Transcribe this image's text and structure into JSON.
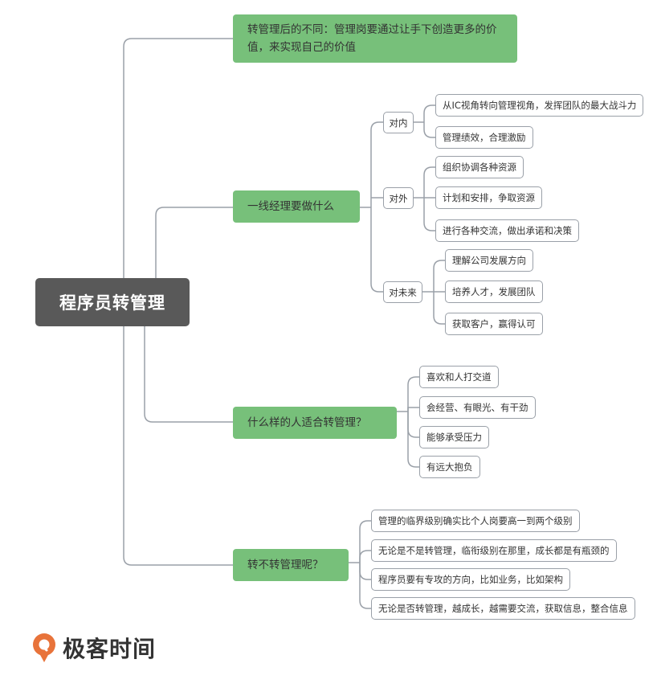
{
  "root": {
    "title": "程序员转管理"
  },
  "branches": {
    "b1": {
      "text": "转管理后的不同：管理岗要通过让手下创造更多的价值，来实现自己的价值"
    },
    "b2": {
      "text": "一线经理要做什么",
      "groups": {
        "inner": {
          "label": "对内",
          "items": [
            "从IC视角转向管理视角，发挥团队的最大战斗力",
            "管理绩效，合理激励"
          ]
        },
        "outer": {
          "label": "对外",
          "items": [
            "组织协调各种资源",
            "计划和安排，争取资源",
            "进行各种交流，做出承诺和决策"
          ]
        },
        "future": {
          "label": "对未来",
          "items": [
            "理解公司发展方向",
            "培养人才，发展团队",
            "获取客户，赢得认可"
          ]
        }
      }
    },
    "b3": {
      "text": "什么样的人适合转管理？",
      "items": [
        "喜欢和人打交道",
        "会经营、有眼光、有干劲",
        "能够承受压力",
        "有远大抱负"
      ]
    },
    "b4": {
      "text": "转不转管理呢？",
      "items": [
        "管理的临界级别确实比个人岗要高一到两个级别",
        "无论是不是转管理，临衔级别在那里，成长都是有瓶颈的",
        "程序员要有专攻的方向，比如业务，比如架构",
        "无论是否转管理，越成长，越需要交流，获取信息，整合信息"
      ]
    }
  },
  "logo": {
    "text": "极客时间",
    "icon": "geektime-logo-icon"
  },
  "colors": {
    "root": "#595959",
    "main": "#77c07a",
    "line": "#9aa0a8",
    "brand": "#e8733a"
  }
}
